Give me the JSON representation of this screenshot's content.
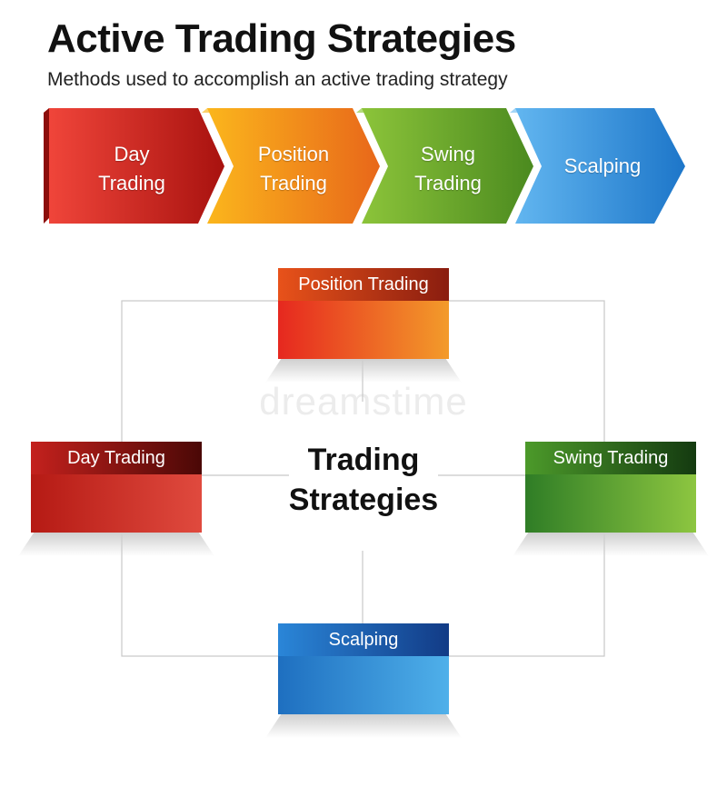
{
  "header": {
    "title": "Active Trading Strategies",
    "subtitle": "Methods used to accomplish an active trading strategy"
  },
  "chevrons": [
    {
      "line1": "Day",
      "line2": "Trading",
      "color": "#d9231c"
    },
    {
      "line1": "Position",
      "line2": "Trading",
      "color": "#f39019"
    },
    {
      "line1": "Swing",
      "line2": "Trading",
      "color": "#6aa324"
    },
    {
      "line1": "Scalping",
      "line2": "",
      "color": "#2b8fd6"
    }
  ],
  "diagram": {
    "center_line1": "Trading",
    "center_line2": "Strategies",
    "boxes": {
      "top": {
        "label": "Position Trading",
        "color": "#e8521a"
      },
      "left": {
        "label": "Day Trading",
        "color": "#c4211d"
      },
      "right": {
        "label": "Swing Trading",
        "color": "#4c9a2a"
      },
      "bottom": {
        "label": "Scalping",
        "color": "#1f73c2"
      }
    }
  },
  "watermark": "dreamstime"
}
